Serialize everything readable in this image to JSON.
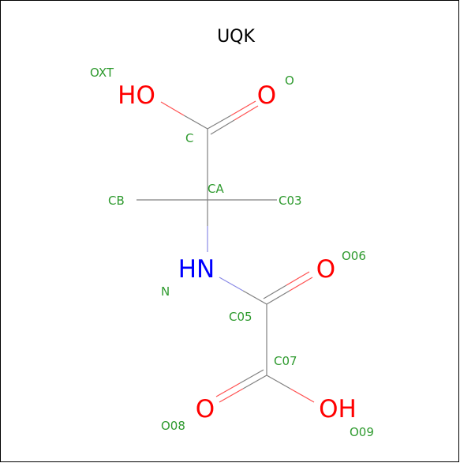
{
  "title": "UQK",
  "colors": {
    "oxygen": "#ff0000",
    "nitrogen": "#0000ff",
    "carbon_bond": "#808080",
    "label": "#2e9a2e"
  },
  "atoms": {
    "ho_top": "HO",
    "o_top": "O",
    "hn": "HN",
    "o_o06": "O",
    "o_o08": "O",
    "oh_bottom": "OH"
  },
  "labels": {
    "oxt": "OXT",
    "o": "O",
    "c": "C",
    "ca": "CA",
    "cb": "CB",
    "c03": "C03",
    "n": "N",
    "o06": "O06",
    "c05": "C05",
    "c07": "C07",
    "o08": "O08",
    "o09": "O09"
  }
}
